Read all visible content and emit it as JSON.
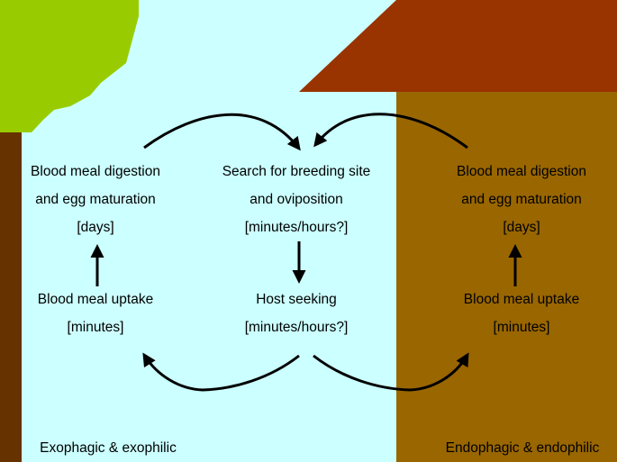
{
  "colors": {
    "sky": "#CCFFFF",
    "tree_foliage": "#99CC00",
    "tree_trunk": "#663300",
    "house_roof": "#993300",
    "house_wall": "#996600",
    "arrow": "#000000",
    "text": "#000000"
  },
  "outdoor": {
    "digestion": {
      "line1": "Blood meal digestion",
      "line2": "and egg maturation",
      "duration": "[days]"
    },
    "uptake": {
      "line1": "Blood meal uptake",
      "duration": "[minutes]"
    },
    "caption": "Exophagic & exophilic"
  },
  "center": {
    "oviposition": {
      "line1": "Search for breeding site",
      "line2": "and oviposition",
      "duration": "[minutes/hours?]"
    },
    "host_seeking": {
      "line1": "Host seeking",
      "duration": "[minutes/hours?]"
    }
  },
  "indoor": {
    "digestion": {
      "line1": "Blood meal digestion",
      "line2": "and egg maturation",
      "duration": "[days]"
    },
    "uptake": {
      "line1": "Blood meal uptake",
      "duration": "[minutes]"
    },
    "caption": "Endophagic & endophilic"
  }
}
